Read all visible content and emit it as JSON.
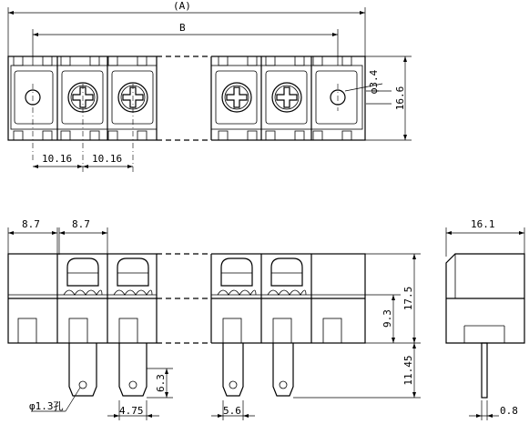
{
  "dimensions": {
    "overall_length": "(A)",
    "pitch_span": "B",
    "hole_diameter": "φ3.4",
    "body_height": "16.6",
    "pitch_left_1": "10.16",
    "pitch_left_2": "10.16",
    "end_width_1": "8.7",
    "end_width_2": "8.7",
    "side_depth": "16.1",
    "total_height": "17.5",
    "base_height": "9.3",
    "pin_length": "11.45",
    "pin_slot": "6.3",
    "pin_width": "4.75",
    "pin_spacing": "5.6",
    "pin_thickness": "0.8",
    "pin_hole": "φ1.3孔"
  }
}
